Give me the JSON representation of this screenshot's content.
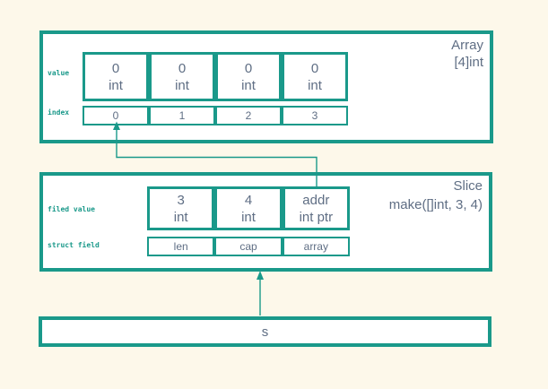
{
  "colors": {
    "accent_teal": "#1a998a",
    "text_slate": "#5f6e84",
    "canvas_background": "#fdf8ea",
    "box_fill": "#ffffff"
  },
  "array": {
    "title": "Array",
    "type": "[4]int",
    "value_label": "value",
    "index_label": "index",
    "cells": [
      {
        "value": "0",
        "type": "int"
      },
      {
        "value": "0",
        "type": "int"
      },
      {
        "value": "0",
        "type": "int"
      },
      {
        "value": "0",
        "type": "int"
      }
    ],
    "indexes": [
      "0",
      "1",
      "2",
      "3"
    ]
  },
  "slice": {
    "title": "Slice",
    "constructor": "make([]int, 3, 4)",
    "field_value_label": "filed value",
    "struct_field_label": "struct field",
    "cells": [
      {
        "value": "3",
        "type": "int"
      },
      {
        "value": "4",
        "type": "int"
      },
      {
        "value": "addr",
        "type": "int ptr"
      }
    ],
    "struct_fields": [
      "len",
      "cap",
      "array"
    ]
  },
  "variable": {
    "label": "s"
  }
}
